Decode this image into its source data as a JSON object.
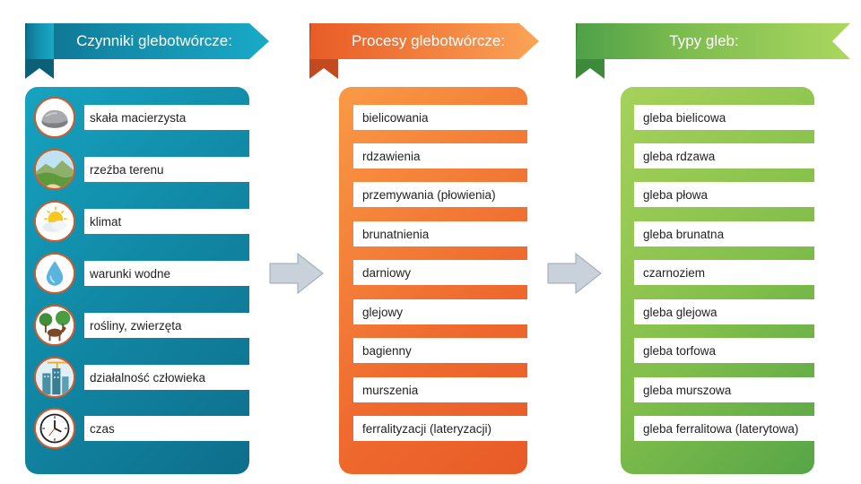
{
  "columns": {
    "factors": {
      "title": "Czynniki glebotwórcze:",
      "items": [
        {
          "label": "skała macierzysta",
          "icon": "rock-icon"
        },
        {
          "label": "rzeźba terenu",
          "icon": "landscape-icon"
        },
        {
          "label": "klimat",
          "icon": "sun-cloud-icon"
        },
        {
          "label": "warunki wodne",
          "icon": "water-drop-icon"
        },
        {
          "label": "rośliny, zwierzęta",
          "icon": "trees-horse-icon"
        },
        {
          "label": "działalność człowieka",
          "icon": "buildings-crane-icon"
        },
        {
          "label": "czas",
          "icon": "clock-icon"
        }
      ]
    },
    "processes": {
      "title": "Procesy glebotwórcze:",
      "items": [
        "bielicowania",
        "rdzawienia",
        "przemywania (płowienia)",
        "brunatnienia",
        "darniowy",
        "glejowy",
        "bagienny",
        "murszenia",
        "ferralityzacji (lateryzacji)"
      ]
    },
    "soil_types": {
      "title": "Typy gleb:",
      "items": [
        "gleba bielicowa",
        "gleba rdzawa",
        "gleba płowa",
        "gleba brunatna",
        "czarnoziem",
        "gleba glejowa",
        "gleba torfowa",
        "gleba murszowa",
        "gleba ferralitowa (laterytowa)"
      ]
    }
  },
  "colors": {
    "blue": "#118aa7",
    "orange": "#ef6b2f",
    "green": "#83bf4b",
    "arrow": "#c9d2da"
  }
}
